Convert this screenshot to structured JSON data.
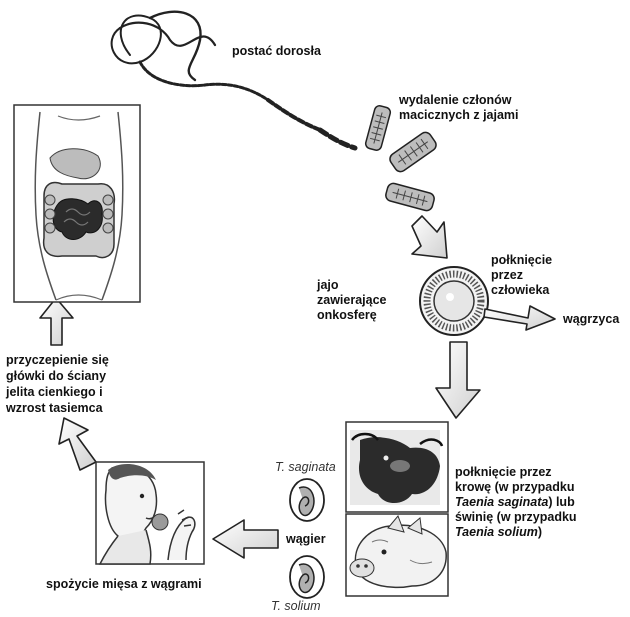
{
  "labels": {
    "adult_form": "postać dorosła",
    "expelled_segments": [
      "wydalenie członów",
      "macicznych z jajami"
    ],
    "egg": [
      "jajo",
      "zawierające",
      "onkosferę"
    ],
    "human_ingestion": [
      "połknięcie",
      "przez",
      "człowieka"
    ],
    "cysticercosis": "wągrzyca",
    "animal_ingestion": {
      "line1": "połknięcie przez",
      "line2": "krowę (w przypadku",
      "line3_species": "Taenia saginata",
      "line3_rest": ") lub",
      "line4": "świnię (w przypadku",
      "line5_species": "Taenia solium",
      "line5_rest": ")"
    },
    "t_saginata": "T. saginata",
    "cysticercus": "wągier",
    "t_solium": "T. solium",
    "eating_meat": "spożycie mięsa z wągrami",
    "attachment": [
      "przyczepienie się",
      "główki do ściany",
      "jelita cienkiego i",
      "wzrost tasiemca"
    ]
  },
  "colors": {
    "ink": "#111111",
    "panel_border": "#333333",
    "shade": "#9a9a9a",
    "dark": "#2b2b2b"
  },
  "icons": [
    "tapeworm-icon",
    "proglottid-icon",
    "egg-icon",
    "abdomen-intestines-icon",
    "cow-icon",
    "pig-icon",
    "cysticercus-icon",
    "person-eating-icon",
    "cycle-arrow-icon"
  ]
}
